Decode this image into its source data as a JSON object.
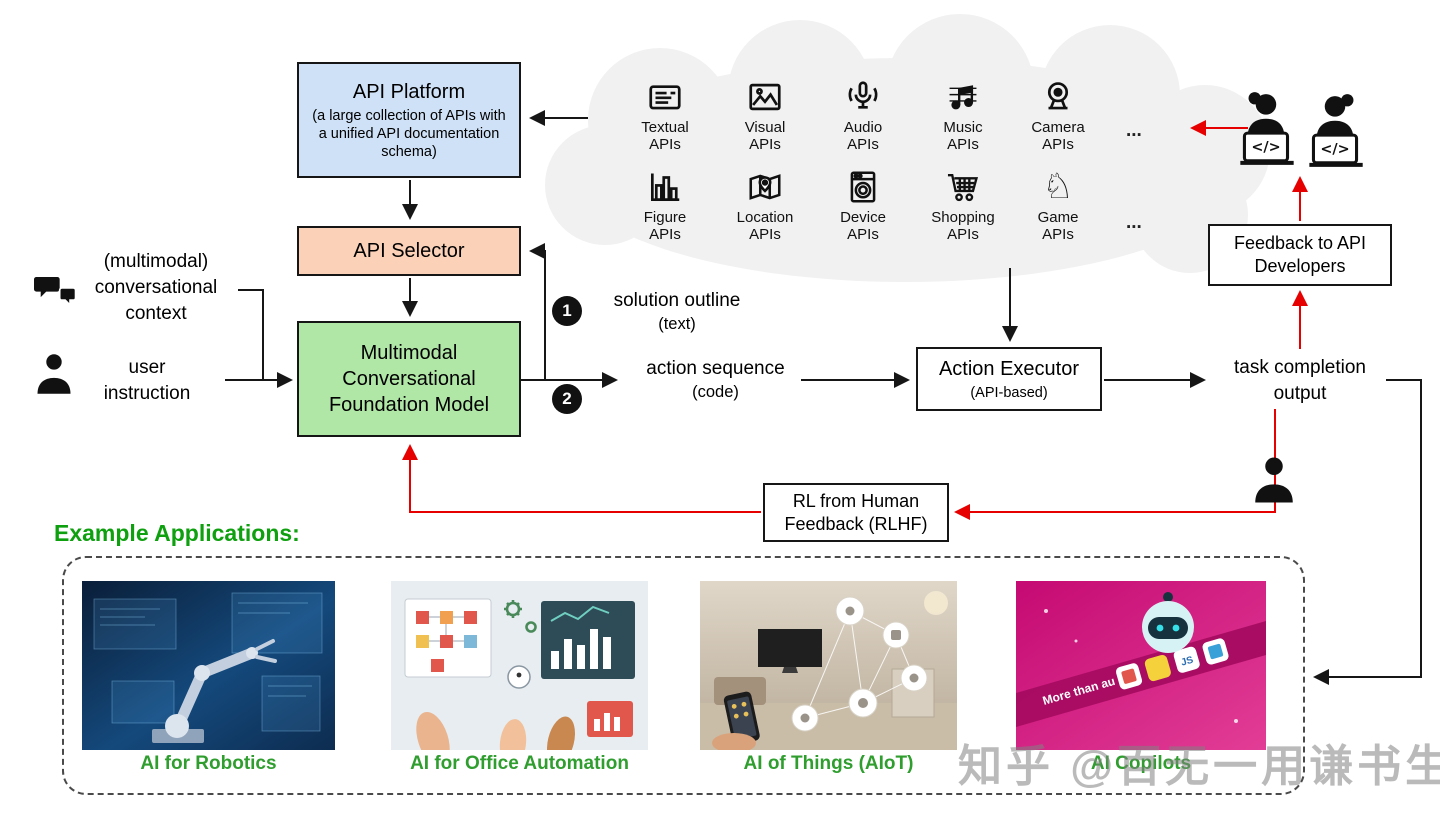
{
  "flow": {
    "api_platform": {
      "title": "API Platform",
      "subtitle": "(a large collection of APIs with a unified API documentation schema)"
    },
    "api_selector": {
      "label": "API Selector"
    },
    "foundation_model": {
      "label": "Multimodal Conversational Foundation Model"
    },
    "inputs": {
      "context": "(multimodal) conversational context",
      "instruction": "user instruction"
    },
    "steps": {
      "one": {
        "num": "1",
        "label": "solution outline",
        "sub": "(text)"
      },
      "two": {
        "num": "2",
        "label": "action sequence",
        "sub": "(code)"
      }
    },
    "action_executor": {
      "label": "Action Executor",
      "sub": "(API-based)"
    },
    "task_completion": {
      "label": "task completion output"
    },
    "feedback_box": {
      "label": "Feedback to API Developers"
    },
    "rlhf_box": {
      "label": "RL from Human Feedback (RLHF)"
    }
  },
  "cloud": {
    "row1": [
      {
        "name": "textual",
        "label": "Textual APIs"
      },
      {
        "name": "visual",
        "label": "Visual APIs"
      },
      {
        "name": "audio",
        "label": "Audio APIs"
      },
      {
        "name": "music",
        "label": "Music APIs"
      },
      {
        "name": "camera",
        "label": "Camera APIs"
      }
    ],
    "row2": [
      {
        "name": "figure",
        "label": "Figure APIs"
      },
      {
        "name": "location",
        "label": "Location APIs"
      },
      {
        "name": "device",
        "label": "Device APIs"
      },
      {
        "name": "shopping",
        "label": "Shopping APIs"
      },
      {
        "name": "game",
        "label": "Game APIs"
      }
    ],
    "ellipsis": "..."
  },
  "examples": {
    "heading": "Example Applications:",
    "items": [
      {
        "caption": "AI for Robotics"
      },
      {
        "caption": "AI for Office Automation"
      },
      {
        "caption": "AI of Things (AIoT)"
      },
      {
        "caption": "AI Copilots"
      }
    ]
  },
  "copilot_image": {
    "ribbon_text": "More than au",
    "chip_label": "JS"
  },
  "watermark": "知乎 @百无一用谦书生",
  "colors": {
    "platform_fill": "#cfe1f6",
    "selector_fill": "#fbd2b8",
    "model_fill": "#b0e6a6",
    "arrow_red": "#e60000",
    "green_heading": "#0fa00f",
    "green_caption": "#2f9e2f"
  }
}
